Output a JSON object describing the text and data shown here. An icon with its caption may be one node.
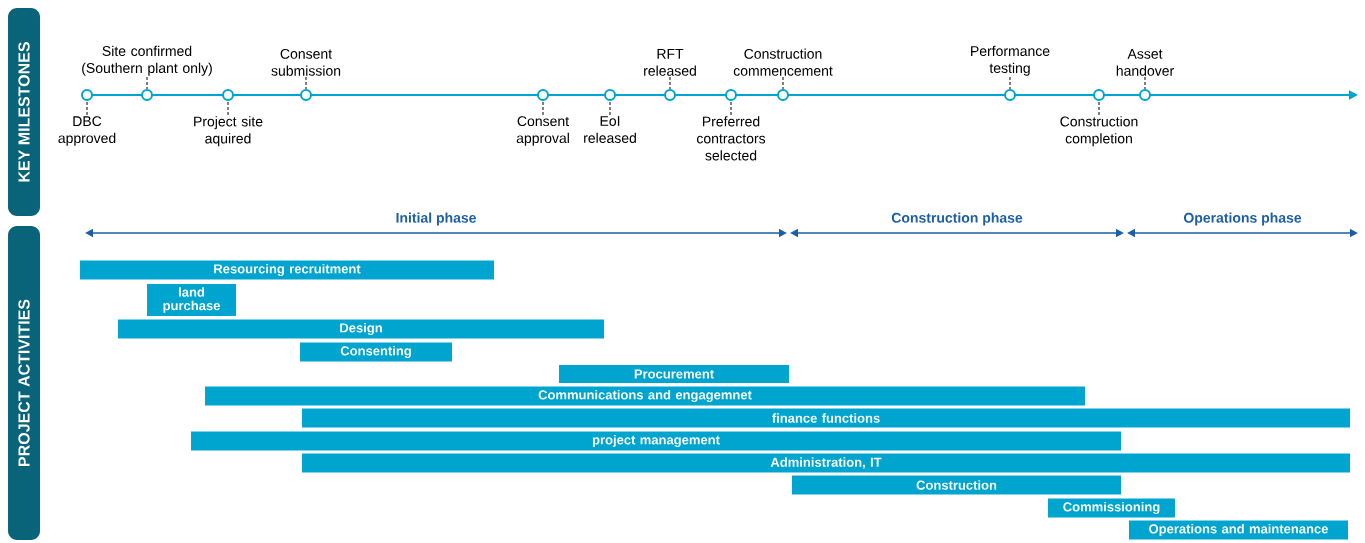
{
  "diagram": {
    "nodes": [
      {
        "text": [
          "KEY MILESTONES"
        ]
      },
      {
        "text": [
          "PROJECT ACTIVITIES"
        ]
      },
      {
        "text": [
          "DBC approved"
        ]
      },
      {
        "text": [],
        "shape": "circle"
      },
      {
        "text": [
          "Site confirmed (Southern plant only)"
        ]
      },
      {
        "text": [],
        "shape": "circle"
      },
      {
        "text": [
          "Project site aquired"
        ]
      },
      {
        "text": [],
        "shape": "circle"
      },
      {
        "text": [
          "Consent submission"
        ]
      },
      {
        "text": [],
        "shape": "circle"
      },
      {
        "text": [
          "Consent approval"
        ]
      },
      {
        "text": [],
        "shape": "circle"
      },
      {
        "text": [
          "EoI released"
        ]
      },
      {
        "text": [],
        "shape": "circle"
      },
      {
        "text": [
          "RFT released"
        ]
      },
      {
        "text": [],
        "shape": "circle"
      },
      {
        "text": [
          "Preferred contractors selected"
        ]
      },
      {
        "text": [],
        "shape": "circle"
      },
      {
        "text": [
          "Construction commencement"
        ]
      },
      {
        "text": [],
        "shape": "circle"
      },
      {
        "text": [
          "Performance testing"
        ]
      },
      {
        "text": [],
        "shape": "circle"
      },
      {
        "text": [
          "Construction completion"
        ]
      },
      {
        "text": [],
        "shape": "circle"
      },
      {
        "text": [
          "Asset handover"
        ]
      },
      {
        "text": [],
        "shape": "circle"
      },
      {
        "text": [
          "Resourcing recruitment"
        ]
      },
      {
        "text": [
          "land purchase"
        ]
      },
      {
        "text": [
          "Design"
        ]
      },
      {
        "text": [
          "Consenting"
        ]
      },
      {
        "text": [
          "Procurement"
        ]
      },
      {
        "text": [
          "Communications and engagemnet"
        ]
      },
      {
        "text": [
          "finance functions"
        ]
      },
      {
        "text": [
          "project management"
        ]
      },
      {
        "text": [
          "Administration, IT"
        ]
      },
      {
        "text": [
          "Construction"
        ]
      },
      {
        "text": [
          "Commissioning"
        ]
      },
      {
        "text": [
          "Operations and maintenance"
        ]
      }
    ],
    "edges": [
      {
        "from": 2,
        "to": 3,
        "arrow": "none",
        "style": "dashed"
      },
      {
        "from": 4,
        "to": 5,
        "arrow": "none",
        "style": "dashed"
      },
      {
        "from": 6,
        "to": 7,
        "arrow": "none",
        "style": "dashed"
      },
      {
        "from": 8,
        "to": 9,
        "arrow": "none",
        "style": "dashed"
      },
      {
        "from": 10,
        "to": 11,
        "arrow": "none",
        "style": "dashed"
      },
      {
        "from": 12,
        "to": 13,
        "arrow": "none",
        "style": "dashed"
      },
      {
        "from": 14,
        "to": 15,
        "arrow": "none",
        "style": "dashed"
      },
      {
        "from": 16,
        "to": 17,
        "arrow": "none",
        "style": "dashed"
      },
      {
        "from": 18,
        "to": 19,
        "arrow": "none",
        "style": "dashed"
      },
      {
        "from": 20,
        "to": 21,
        "arrow": "none",
        "style": "dashed"
      },
      {
        "from": 22,
        "to": 23,
        "arrow": "none",
        "style": "dashed"
      },
      {
        "from": 24,
        "to": 25,
        "arrow": "none",
        "style": "dashed"
      }
    ],
    "labels": [
      "Initial phase",
      "Construction phase",
      "Operations phase"
    ]
  }
}
